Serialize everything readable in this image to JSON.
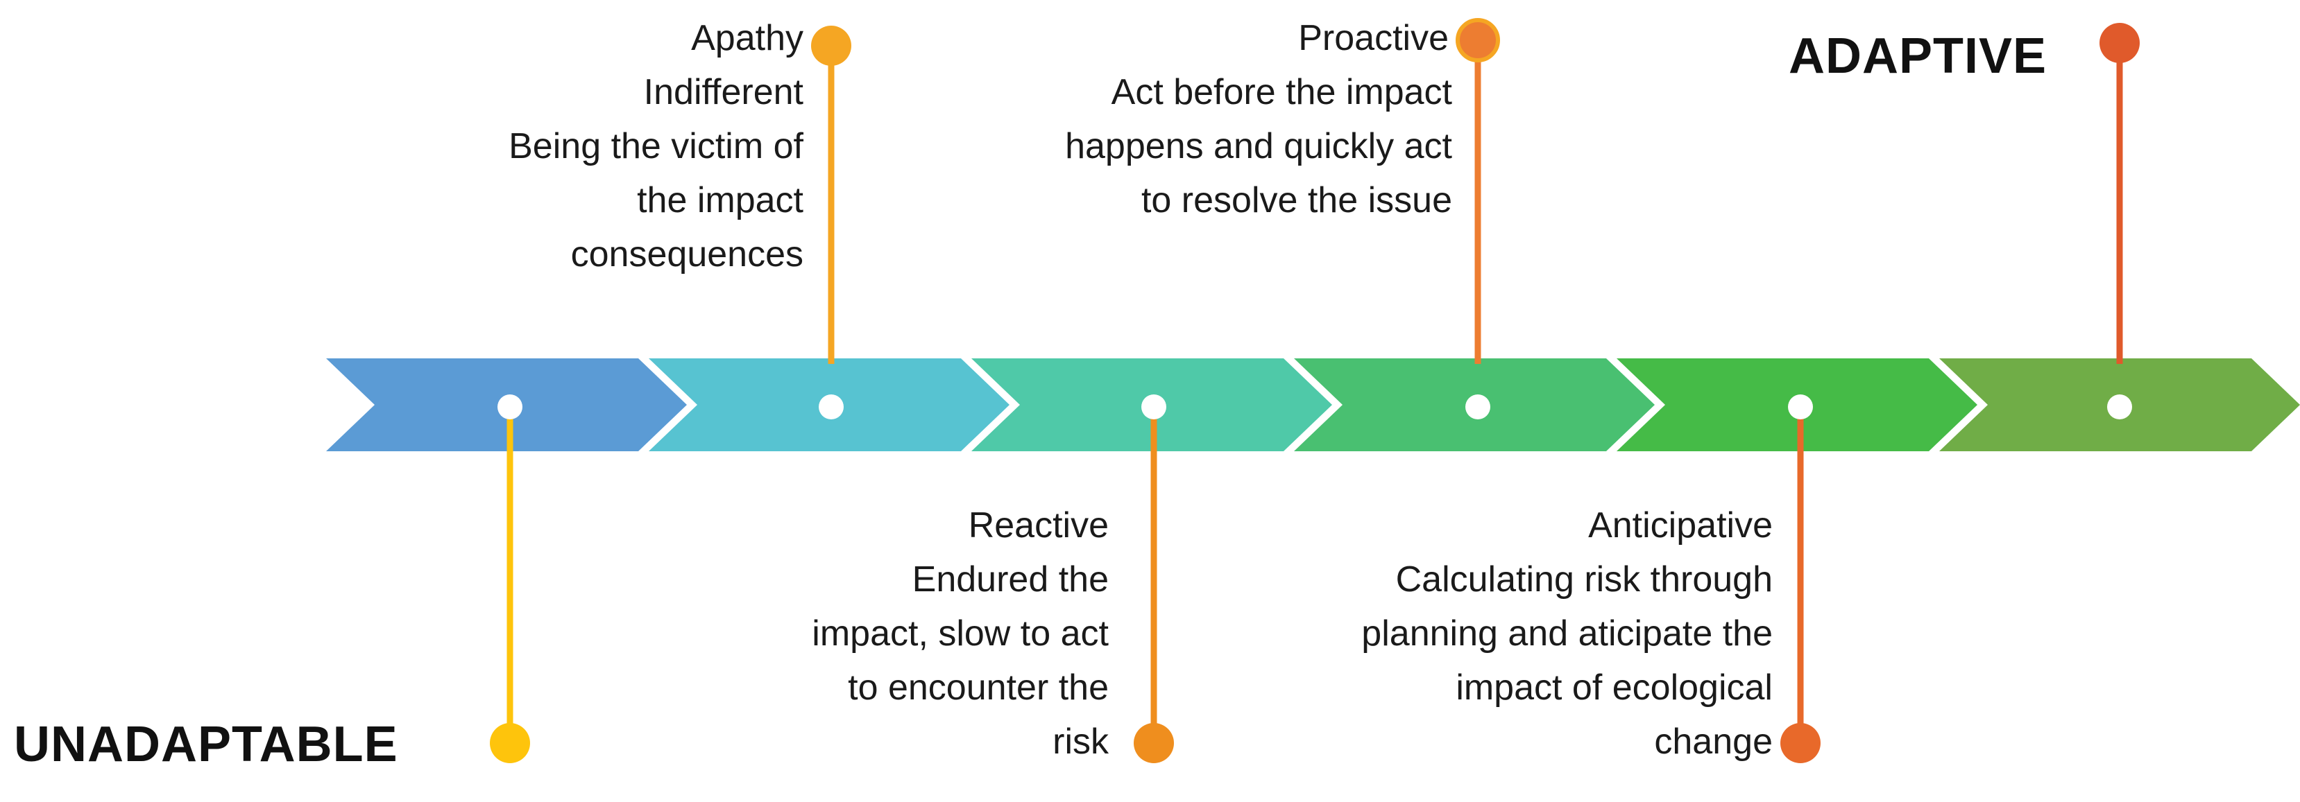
{
  "extremes": {
    "low": "UNADAPTABLE",
    "high": "ADAPTIVE"
  },
  "arrow_colors": [
    "#5b9bd5",
    "#57c3d1",
    "#4fc9a8",
    "#49c071",
    "#45bb47",
    "#70ad47"
  ],
  "stages": [
    {
      "title": "Apathy",
      "lines": [
        "Indifferent",
        "Being the victim of",
        "the impact",
        "consequences"
      ],
      "color": "#f5a623"
    },
    {
      "title": "Reactive",
      "lines": [
        "Endured the",
        "impact, slow to act",
        "to encounter the",
        "risk"
      ],
      "color": "#ef8e1e"
    },
    {
      "title": "Proactive",
      "lines": [
        "Act before the impact",
        "happens and quickly act",
        "to resolve the issue"
      ],
      "color": "#ed7d31"
    },
    {
      "title": "Anticipative",
      "lines": [
        "Calculating risk through",
        "planning and aticipate the",
        "impact of ecological",
        "change"
      ],
      "color": "#e8692a"
    }
  ],
  "endpoint_colors": {
    "low": "#fec40c",
    "high": "#e05a2b"
  }
}
